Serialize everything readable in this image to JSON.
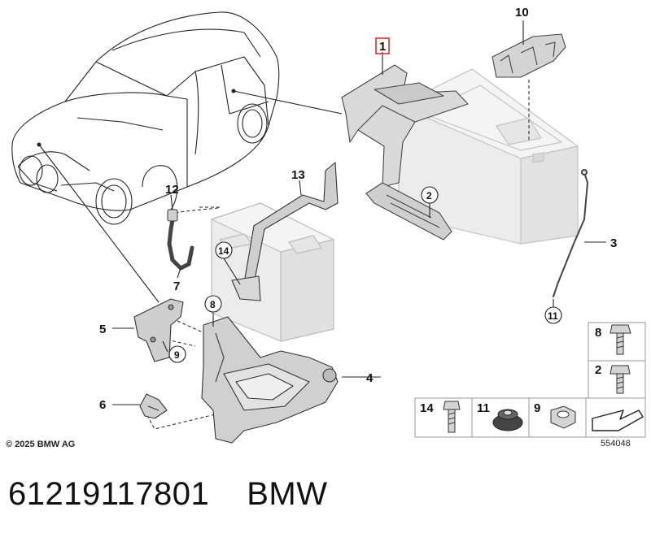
{
  "diagram": {
    "callouts": {
      "c1": "1",
      "c2": "2",
      "c3": "3",
      "c4": "4",
      "c5": "5",
      "c6": "6",
      "c7": "7",
      "c8": "8",
      "c9": "9",
      "c10": "10",
      "c11": "11",
      "c12": "12",
      "c13": "13",
      "c14": "14"
    },
    "legend": {
      "b8": "8",
      "b2": "2",
      "b14": "14",
      "b11": "11",
      "b9": "9"
    },
    "highlight_color": "#d9302c"
  },
  "footer": {
    "copyright": "© 2025 BMW AG",
    "diagram_number": "554048"
  },
  "part": {
    "number": "61219117801",
    "brand": "BMW"
  }
}
